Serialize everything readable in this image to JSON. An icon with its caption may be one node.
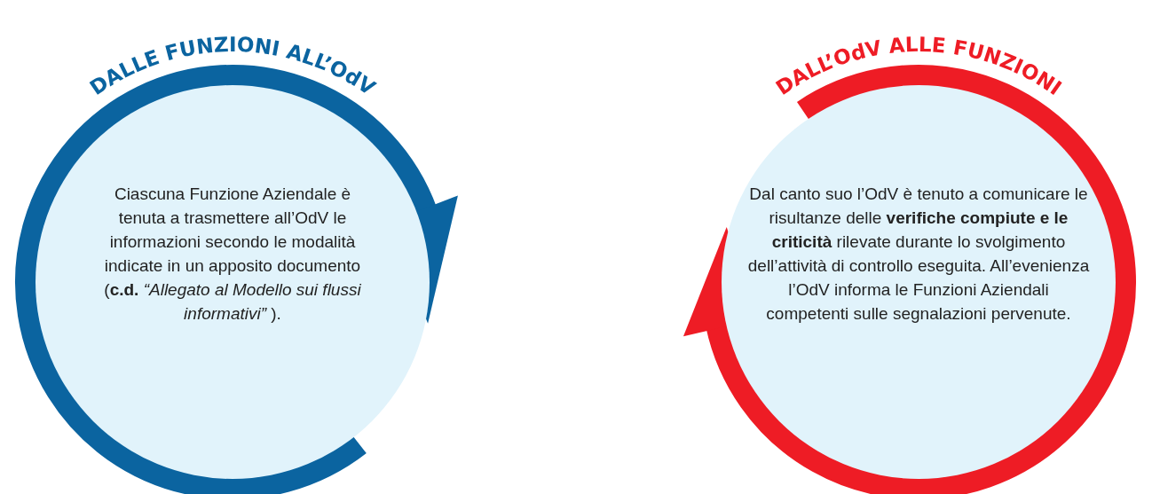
{
  "diagram": {
    "nodes": [
      {
        "text": [
          "DALLE FUNZIONI ALL’OdV",
          "Ciascuna Funzione Aziendale è tenuta a trasmettere all’OdV le informazioni secondo le modalità indicate in un apposito documento (**c.d.** *“Allegato al Modello sui flussi informativi”* )."
        ]
      },
      {
        "text": [
          "DALL’OdV ALLE FUNZIONI",
          "Dal canto suo l’OdV è tenuto a comunicare le risultanze delle **verifiche compiute e le criticità** rilevate durante lo svolgimento dell’attività di controllo eseguita. All’evenienza l’OdV informa le Funzioni Aziendali competenti sulle segnalazioni pervenute."
        ]
      }
    ]
  }
}
